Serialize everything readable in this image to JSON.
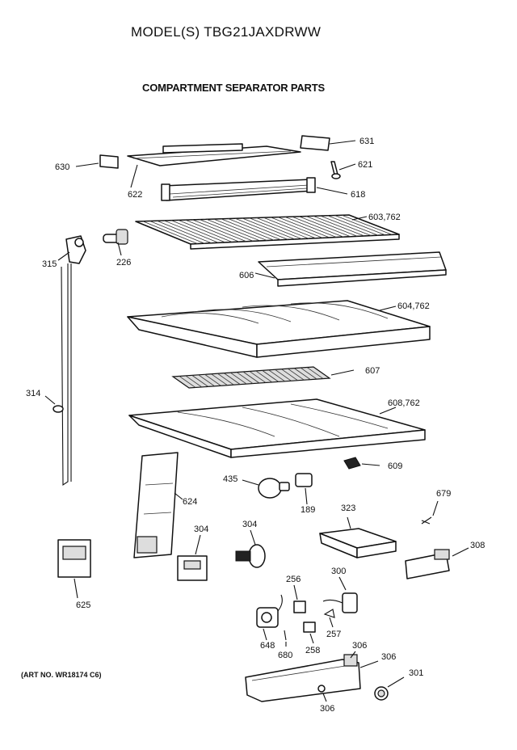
{
  "model_line": "MODEL(S) TBG21JAXDRWW",
  "section_title": "COMPARTMENT SEPARATOR PARTS",
  "art_number": "(ART NO. WR18174 C6)",
  "callouts": {
    "c631": "631",
    "c630": "630",
    "c621": "621",
    "c622": "622",
    "c618": "618",
    "c603": "603,762",
    "c315": "315",
    "c226": "226",
    "c606": "606",
    "c604": "604,762",
    "c607": "607",
    "c314": "314",
    "c608": "608,762",
    "c609": "609",
    "c435": "435",
    "c624": "624",
    "c189": "189",
    "c679": "679",
    "c323": "323",
    "c304a": "304",
    "c304b": "304",
    "c308": "308",
    "c625": "625",
    "c256": "256",
    "c300": "300",
    "c257": "257",
    "c648": "648",
    "c680": "680",
    "c258": "258",
    "c306a": "306",
    "c306b": "306",
    "c301": "301",
    "c306c": "306"
  }
}
